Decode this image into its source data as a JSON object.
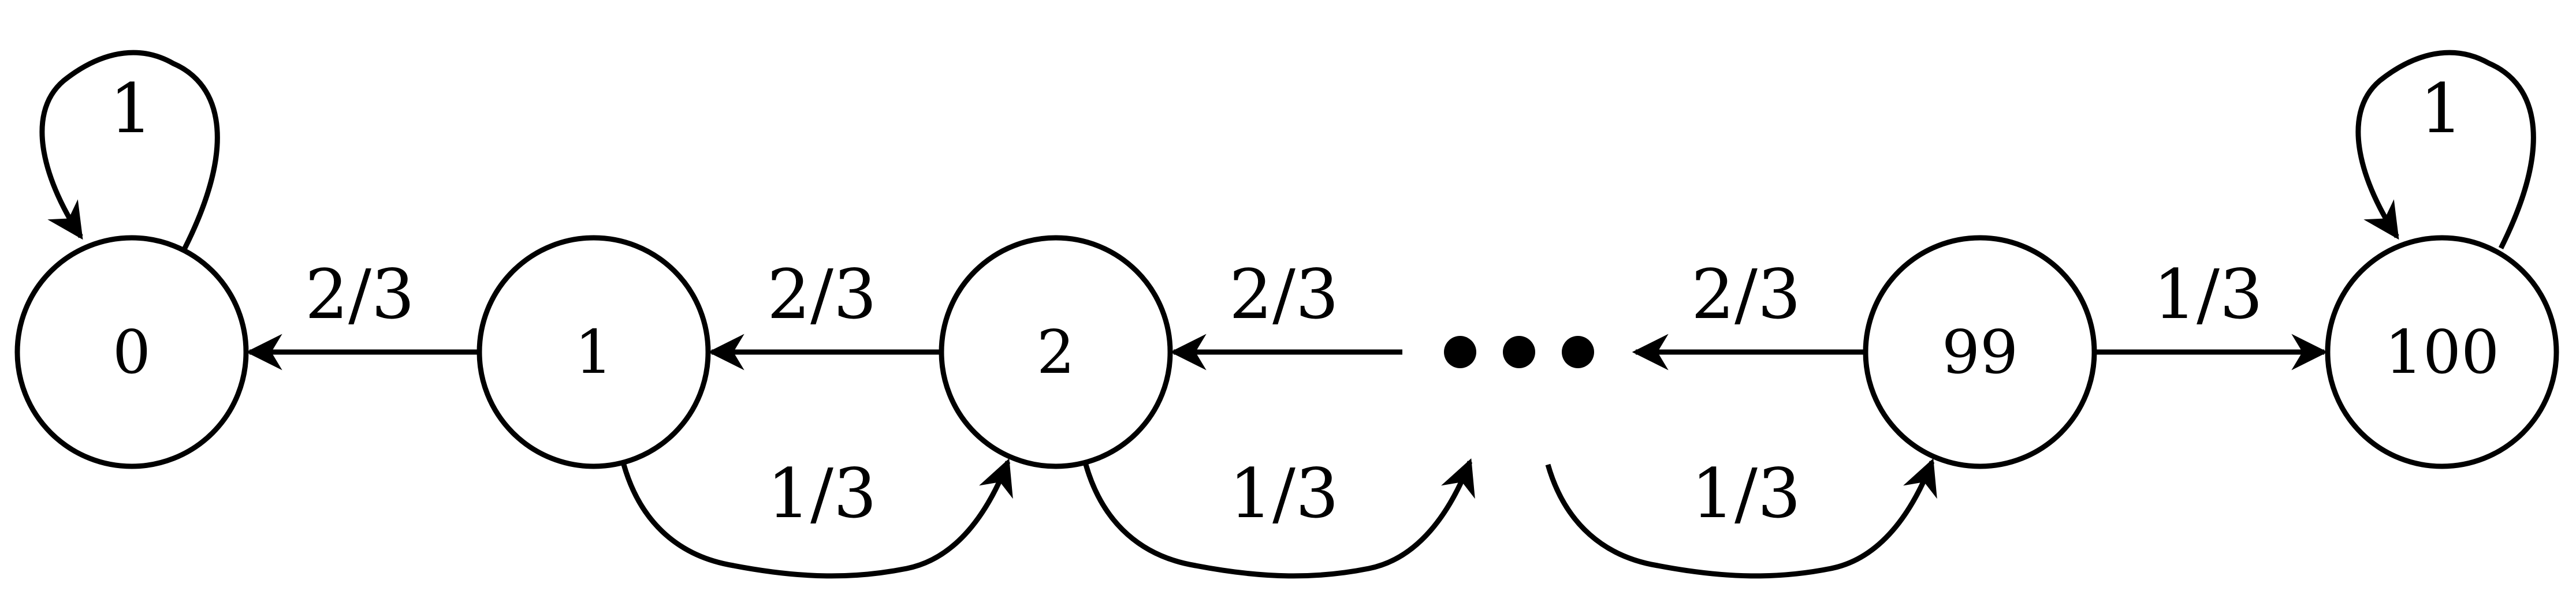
{
  "diagram": {
    "states": {
      "s0": "0",
      "s1": "1",
      "s2": "2",
      "s99": "99",
      "s100": "100"
    },
    "loops": {
      "s0": "1",
      "s100": "1"
    },
    "edges": {
      "s1_to_s0": "2/3",
      "s2_to_s1": "2/3",
      "dots_to_s2": "2/3",
      "s99_to_dots": "2/3",
      "s99_to_s100": "1/3",
      "s1_to_s2": "1/3",
      "s2_to_dots": "1/3",
      "dots_to_s99": "1/3"
    },
    "colors": {
      "stroke": "#000000",
      "background": "#ffffff"
    }
  }
}
